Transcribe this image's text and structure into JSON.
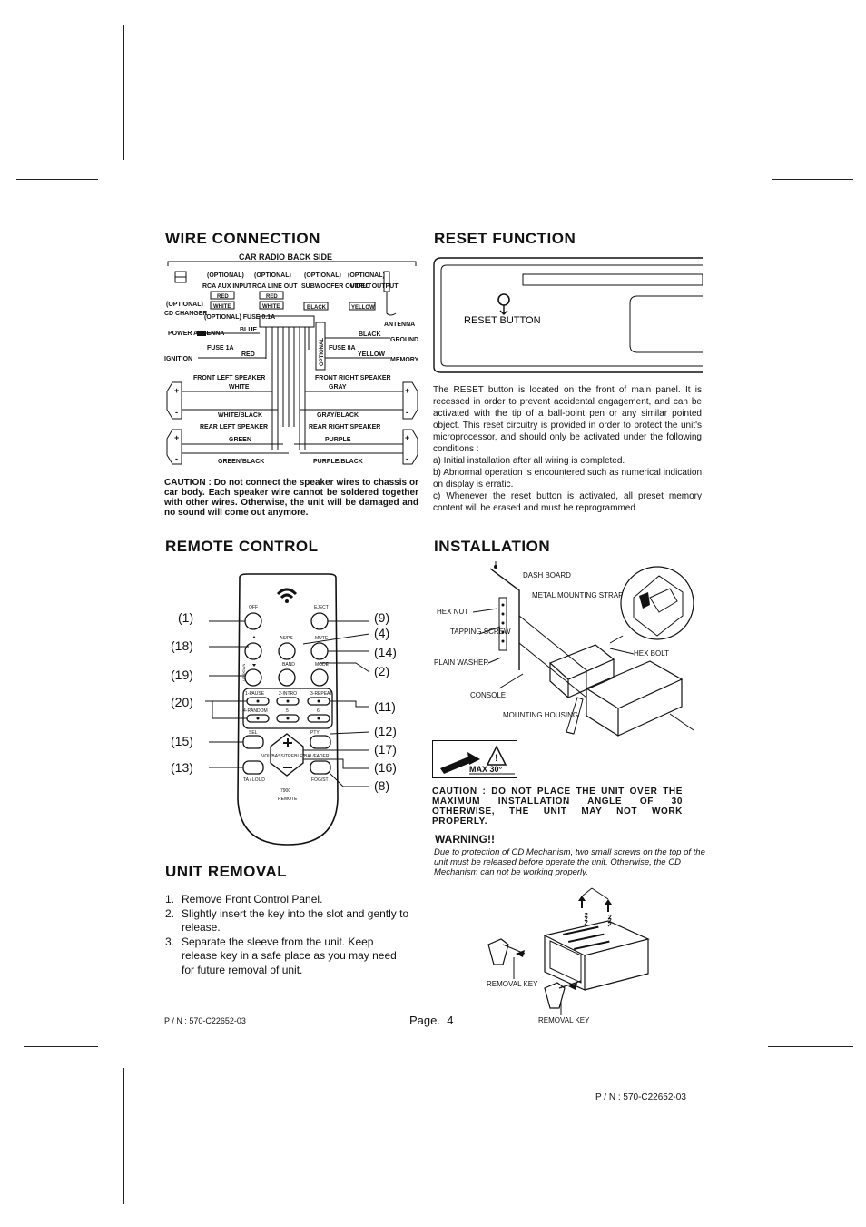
{
  "sections": {
    "wire": {
      "title": "WIRE  CONNECTION",
      "diagram_title": "CAR RADIO BACK SIDE",
      "labels": {
        "optional": "(OPTIONAL)",
        "cd_changer": "CD CHANGER",
        "rca_aux_input": "RCA AUX INPUT",
        "rca_line_out": "RCA LINE OUT",
        "subwoofer_output": "SUBWOOFER OUTPUT",
        "video_output": "VIDEO OUTPUT",
        "red": "RED",
        "white": "WHITE",
        "black": "BLACK",
        "yellow_tag": "YELLOW",
        "antenna": "ANTENNA",
        "optional_fuse": "(OPTIONAL) FUSE 0.1A",
        "power_antenna": "POWER ANTENNA",
        "blue": "BLUE",
        "fuse_1a": "FUSE 1A",
        "ignition": "IGNITION",
        "red_wire": "RED",
        "optional_vertical": "OPTIONAL",
        "black_wire": "BLACK",
        "ground": "GROUND",
        "fuse_8a": "FUSE 8A",
        "yellow": "YELLOW",
        "memory": "MEMORY",
        "front_left_speaker": "FRONT LEFT SPEAKER",
        "front_right_speaker": "FRONT RIGHT SPEAKER",
        "white_wire": "WHITE",
        "gray": "GRAY",
        "white_black": "WHITE/BLACK",
        "gray_black": "GRAY/BLACK",
        "rear_left_speaker": "REAR LEFT SPEAKER",
        "rear_right_speaker": "REAR RIGHT SPEAKER",
        "green": "GREEN",
        "purple": "PURPLE",
        "green_black": "GREEN/BLACK",
        "purple_black": "PURPLE/BLACK",
        "plus": "+",
        "minus": "-"
      },
      "caution": "CAUTION : Do not connect the speaker wires to chassis or car body. Each speaker wire cannot be soldered together with other wires. Otherwise, the unit will be damaged and no sound will come out anymore."
    },
    "reset": {
      "title": "RESET  FUNCTION",
      "button_label": "RESET BUTTON",
      "paragraphs": [
        "The RESET button is located on the front of main panel.  It is recessed in order to prevent accidental engagement, and can be activated with the tip of a ball-point pen or any similar pointed object.  This reset circuitry is provided in order to protect the unit's microprocessor, and should only be activated under the following conditions :",
        "a) Initial installation after all wiring is completed.",
        "b) Abnormal operation is encountered such as numerical indication on display is erratic.",
        "c) Whenever the reset button is activated, all preset memory content will be erased and must be reprogrammed."
      ]
    },
    "remote": {
      "title": "REMOTE  CONTROL",
      "left_callouts": [
        "(1)",
        "(18)",
        "(19)",
        "(20)",
        "(15)",
        "(13)"
      ],
      "right_callouts": [
        "(9)",
        "(4)",
        "(14)",
        "(2)",
        "(11)",
        "(12)",
        "(17)",
        "(16)",
        "(8)"
      ],
      "keys": {
        "off": "OFF",
        "eject": "EJECT",
        "as_ps": "AS/PS",
        "mute": "MUTE",
        "band": "BAND",
        "mode": "MODE",
        "pause": "1-PAUSE",
        "intro": "2-INTRO",
        "repeat": "3-REPEAT",
        "random": "4-RANDOM",
        "k5": "5",
        "k6": "6",
        "sel": "SEL",
        "pty": "PTY",
        "vol_row": "VOL/BASS/TREBLE/BAL/FADER",
        "ta_loud": "TA / LOUD",
        "fogst": "FOG/ST",
        "model": "7900",
        "remote": "REMOTE",
        "updown": "UP/DOWN"
      }
    },
    "installation": {
      "title": "INSTALLATION",
      "labels": {
        "dash_board": "DASH BOARD",
        "metal_strap": "METAL MOUNTING STRAP",
        "hex_nut": "HEX NUT",
        "tapping_screw": "TAPPING SCREW",
        "plain_washer": "PLAIN WASHER",
        "hex_bolt": "HEX BOLT",
        "console": "CONSOLE",
        "mounting_housing": "MOUNTING HOUSING",
        "max_angle": "MAX 30°"
      },
      "caution": "CAUTION : DO NOT PLACE THE UNIT OVER THE MAXIMUM INSTALLATION ANGLE OF 30 OTHERWISE, THE UNIT MAY NOT WORK PROPERLY.",
      "warning_title": "WARNING!!",
      "warning_text": "Due to protection of CD Mechanism, two small screws on the top of the unit must be released before operate the unit. Otherwise, the CD Mechanism can not be working properly."
    },
    "removal": {
      "title": "UNIT  REMOVAL",
      "steps": [
        {
          "num": "1.",
          "text": "Remove Front Control Panel."
        },
        {
          "num": "2.",
          "text": "Slightly insert the key into the slot and gently to release."
        },
        {
          "num": "3.",
          "text": "Separate the sleeve from the unit. Keep release key in a safe place as you may need for future removal of unit."
        }
      ],
      "key_label_1": "REMOVAL KEY",
      "key_label_2": "REMOVAL KEY"
    }
  },
  "footer": {
    "part_number": "P / N : 570-C22652-03",
    "page": "Page.  4",
    "part_number_bottom": "P / N : 570-C22652-03"
  }
}
